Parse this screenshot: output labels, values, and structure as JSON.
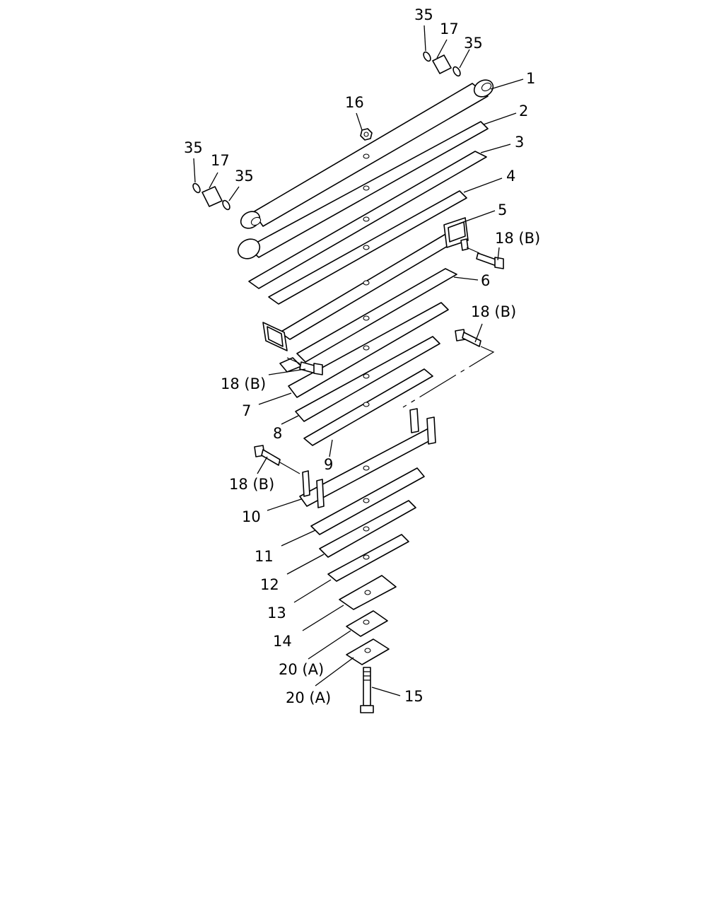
{
  "labels": {
    "l1": "1",
    "l2": "2",
    "l3": "3",
    "l4": "4",
    "l5": "5",
    "l6": "6",
    "l7": "7",
    "l8": "8",
    "l9": "9",
    "l10": "10",
    "l11": "11",
    "l12": "12",
    "l13": "13",
    "l14": "14",
    "l15": "15",
    "l16": "16",
    "l17a": "17",
    "l17b": "17",
    "l35a": "35",
    "l35b": "35",
    "l35c": "35",
    "l35d": "35",
    "l18a": "18 (B)",
    "l18b": "18 (B)",
    "l18c": "18 (B)",
    "l18d": "18 (B)",
    "l20a": "20 (A)",
    "l20b": "20 (A)"
  }
}
